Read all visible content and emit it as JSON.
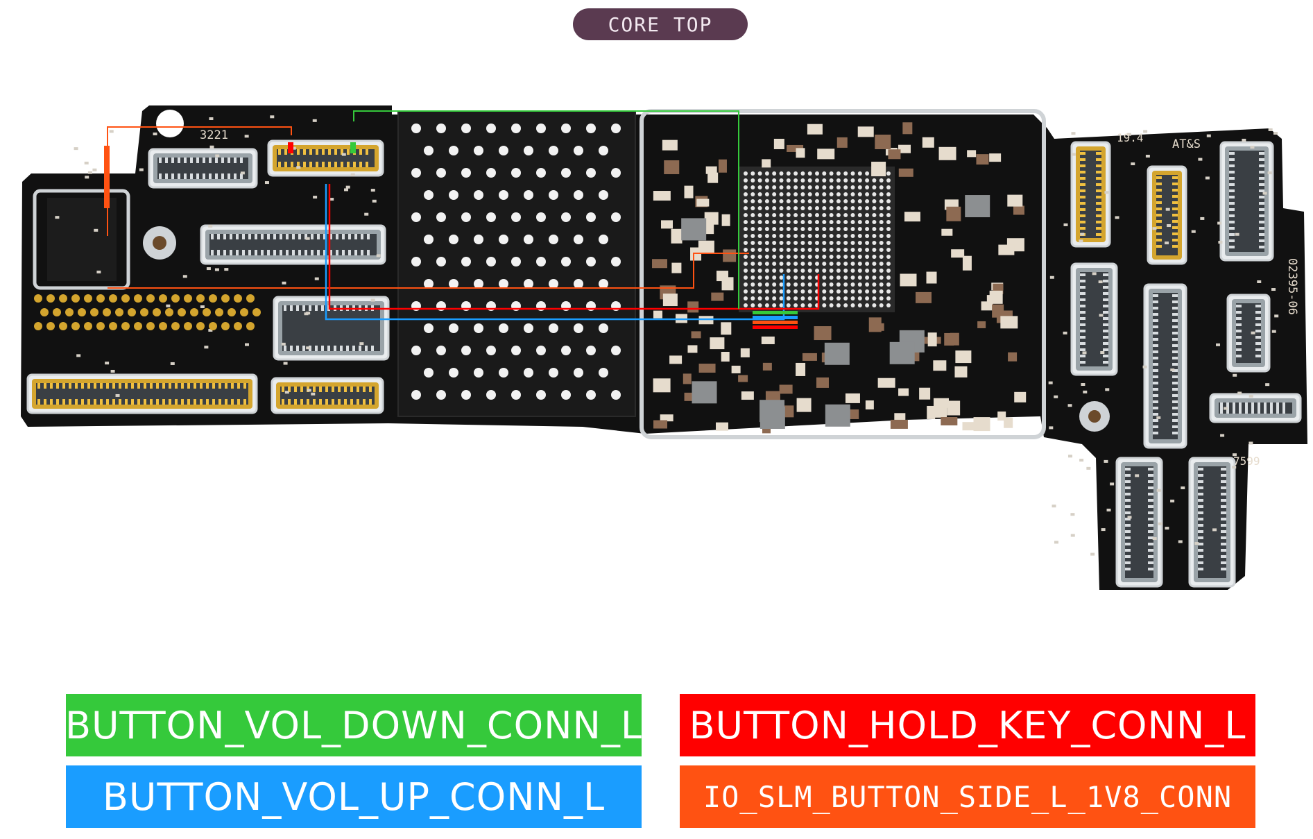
{
  "title": "CORE TOP",
  "colors": {
    "title_bg": "#5a3a50",
    "board": "#111111",
    "pad": "#e6dccd",
    "gold": "#d4a52e",
    "silver": "#cfd3d6",
    "vol_down": "#35c93b",
    "hold_key": "#ff0000",
    "vol_up": "#1a9dff",
    "io_slm": "#ff5212"
  },
  "board_labels": {
    "ref_3221": "3221",
    "ref_194": "19.4",
    "ats": "AT&S",
    "part_no": "02395-06",
    "ref_7599": "7599"
  },
  "legend": [
    {
      "label": "BUTTON_VOL_DOWN_CONN_L",
      "color": "#35c93b"
    },
    {
      "label": "BUTTON_HOLD_KEY_CONN_L",
      "color": "#ff0000"
    },
    {
      "label": "BUTTON_VOL_UP_CONN_L",
      "color": "#1a9dff"
    },
    {
      "label": "IO_SLM_BUTTON_SIDE_L_1V8_CONN",
      "color": "#ff5212"
    }
  ]
}
